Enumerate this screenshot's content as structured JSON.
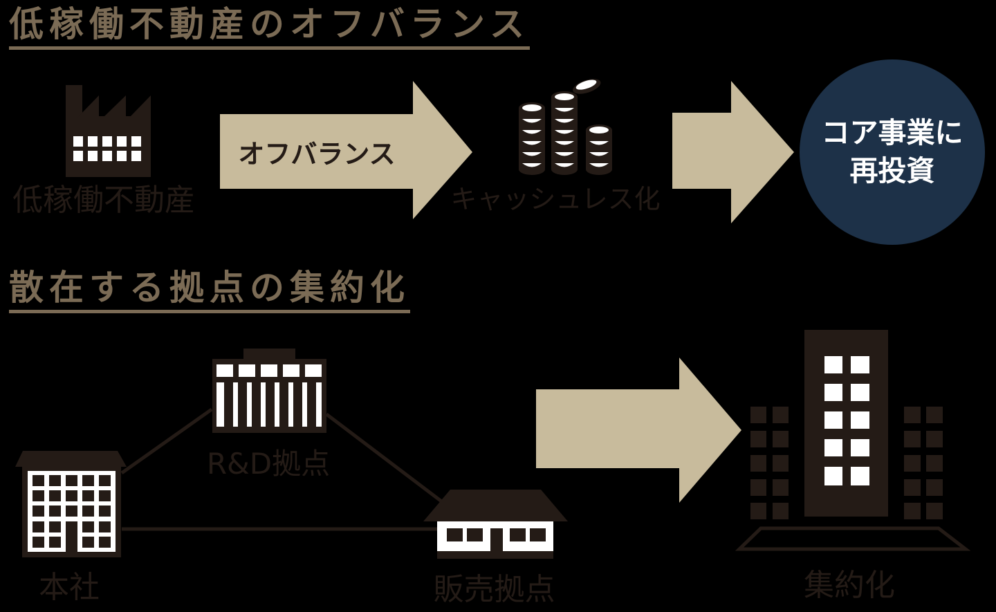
{
  "colors": {
    "background": "#000000",
    "icon_dark": "#241b16",
    "title_brown": "#7b6b55",
    "arrow_tan": "#c8bb9c",
    "circle_navy": "#1d3148",
    "text_white": "#ffffff"
  },
  "section1": {
    "title": "低稼働不動産のオフバランス",
    "factory_label": "低稼働不動産",
    "arrow_label": "オフバランス",
    "coins_label": "キャッシュレス化",
    "circle_line1": "コア事業に",
    "circle_line2": "再投資"
  },
  "section2": {
    "title": "散在する拠点の集約化",
    "hq_label": "本社",
    "rd_label": "R&D拠点",
    "sales_label": "販売拠点",
    "result_label": "集約化"
  }
}
